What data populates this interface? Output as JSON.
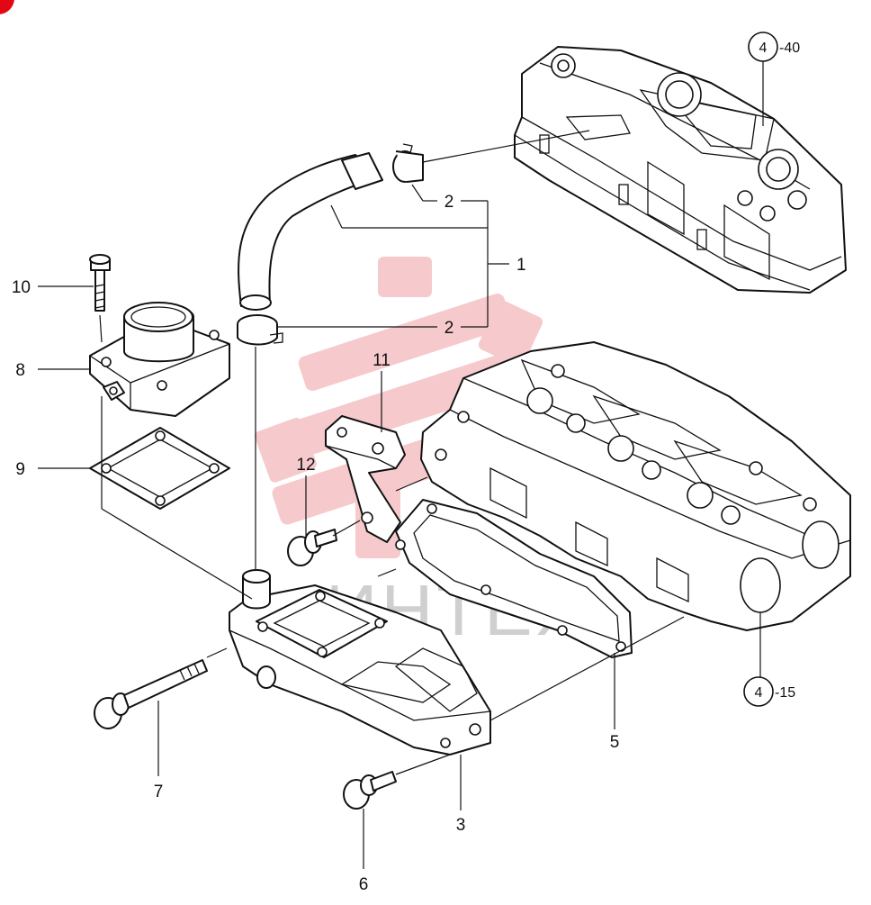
{
  "diagram": {
    "watermark_text": "ИНТЕХ",
    "callouts": {
      "c1": "1",
      "c2a": "2",
      "c2b": "2",
      "c3": "3",
      "c5": "5",
      "c6": "6",
      "c7": "7",
      "c8": "8",
      "c9": "9",
      "c10": "10",
      "c11": "11",
      "c12": "12"
    },
    "refs": {
      "head_cover": {
        "circle": "4",
        "suffix": "-40"
      },
      "cylinder_head": {
        "circle": "4",
        "suffix": "-15"
      }
    }
  },
  "colors": {
    "line": "#111111",
    "watermark_red": "#e0464a",
    "corner_badge": "#e30613"
  }
}
